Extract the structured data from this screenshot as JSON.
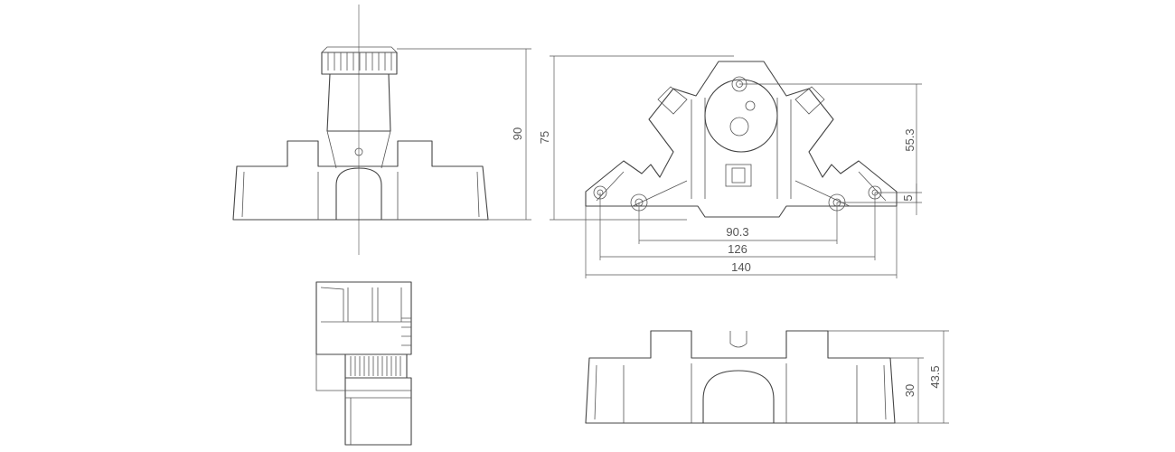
{
  "dimensions": {
    "front_height": "90",
    "top_height": "75",
    "top_offset_upper": "55.3",
    "top_offset_lower": "5",
    "width_inner": "90.3",
    "width_middle": "126",
    "width_overall": "140",
    "side_low_height": "30",
    "side_total_height": "43.5"
  }
}
